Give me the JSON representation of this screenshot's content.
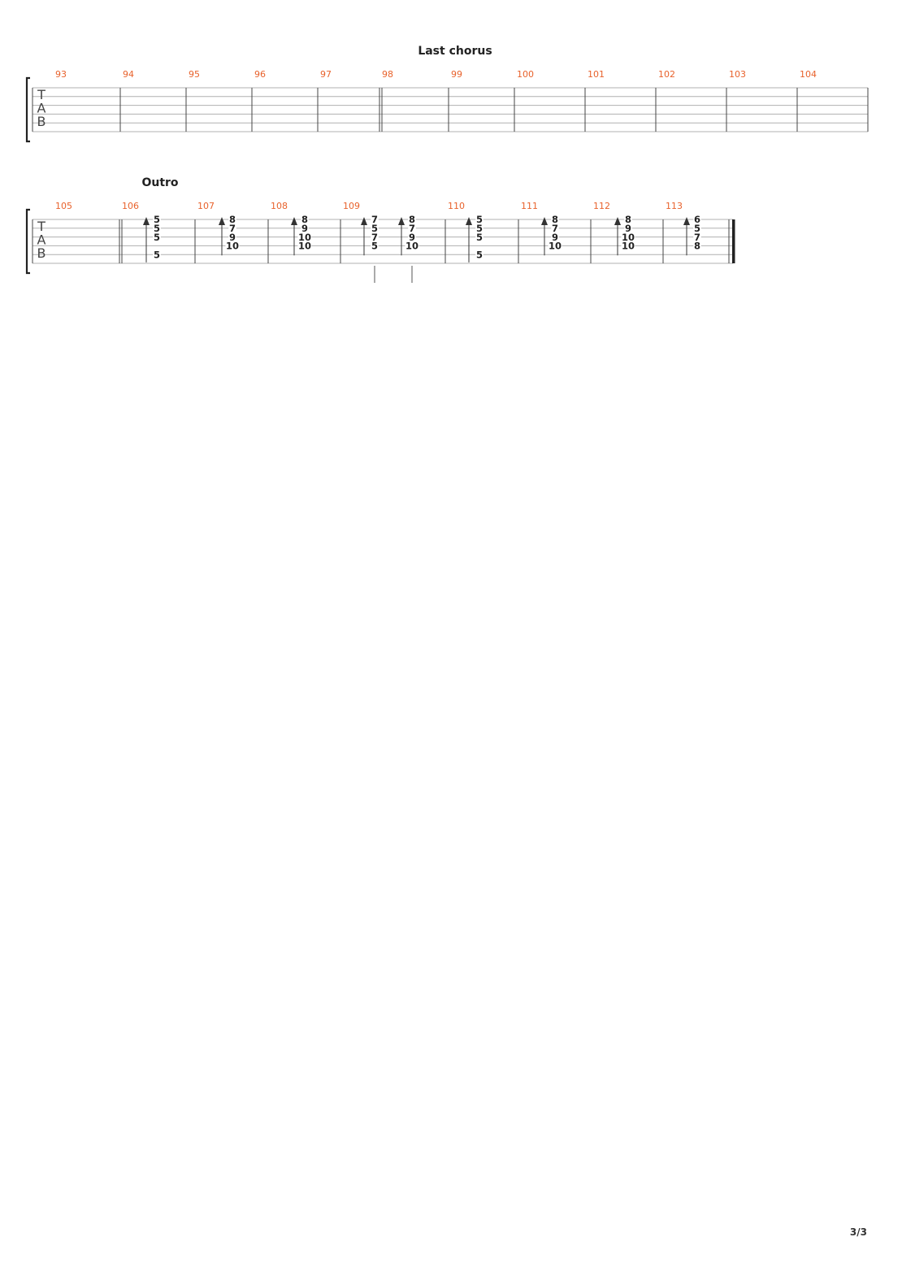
{
  "page": {
    "number": "3/3"
  },
  "tab_label": [
    "T",
    "A",
    "B"
  ],
  "systems": [
    {
      "sections": [
        {
          "title": "Last chorus"
        }
      ],
      "measures": [
        {
          "number": "93",
          "beats": []
        },
        {
          "number": "94",
          "beats": []
        },
        {
          "number": "95",
          "beats": []
        },
        {
          "number": "96",
          "beats": []
        },
        {
          "number": "97",
          "beats": []
        },
        {
          "number": "98",
          "beats": []
        },
        {
          "number": "99",
          "beats": []
        },
        {
          "number": "100",
          "beats": []
        },
        {
          "number": "101",
          "beats": []
        },
        {
          "number": "102",
          "beats": []
        },
        {
          "number": "103",
          "beats": []
        },
        {
          "number": "104",
          "beats": []
        }
      ]
    },
    {
      "sections": [
        {
          "title": "Outro"
        }
      ],
      "measures": [
        {
          "number": "105",
          "beats": []
        },
        {
          "number": "106",
          "beats": [
            {
              "notes": [
                {
                  "string": 1,
                  "fret": "5"
                },
                {
                  "string": 2,
                  "fret": "5"
                },
                {
                  "string": 3,
                  "fret": "5"
                },
                {
                  "string": 5,
                  "fret": "5"
                }
              ]
            }
          ]
        },
        {
          "number": "107",
          "beats": [
            {
              "notes": [
                {
                  "string": 1,
                  "fret": "8"
                },
                {
                  "string": 2,
                  "fret": "7"
                },
                {
                  "string": 3,
                  "fret": "9"
                },
                {
                  "string": 4,
                  "fret": "10"
                }
              ]
            }
          ]
        },
        {
          "number": "108",
          "beats": [
            {
              "notes": [
                {
                  "string": 1,
                  "fret": "8"
                },
                {
                  "string": 2,
                  "fret": "9"
                },
                {
                  "string": 3,
                  "fret": "10"
                },
                {
                  "string": 4,
                  "fret": "10"
                }
              ]
            }
          ]
        },
        {
          "number": "109",
          "beats": [
            {
              "notes": [
                {
                  "string": 1,
                  "fret": "7"
                },
                {
                  "string": 2,
                  "fret": "5"
                },
                {
                  "string": 3,
                  "fret": "7"
                },
                {
                  "string": 4,
                  "fret": "5"
                }
              ]
            },
            {
              "notes": [
                {
                  "string": 1,
                  "fret": "8"
                },
                {
                  "string": 2,
                  "fret": "7"
                },
                {
                  "string": 3,
                  "fret": "9"
                },
                {
                  "string": 4,
                  "fret": "10"
                }
              ]
            }
          ]
        },
        {
          "number": "110",
          "beats": [
            {
              "notes": [
                {
                  "string": 1,
                  "fret": "5"
                },
                {
                  "string": 2,
                  "fret": "5"
                },
                {
                  "string": 3,
                  "fret": "5"
                },
                {
                  "string": 5,
                  "fret": "5"
                }
              ]
            }
          ]
        },
        {
          "number": "111",
          "beats": [
            {
              "notes": [
                {
                  "string": 1,
                  "fret": "8"
                },
                {
                  "string": 2,
                  "fret": "7"
                },
                {
                  "string": 3,
                  "fret": "9"
                },
                {
                  "string": 4,
                  "fret": "10"
                }
              ]
            }
          ]
        },
        {
          "number": "112",
          "beats": [
            {
              "notes": [
                {
                  "string": 1,
                  "fret": "8"
                },
                {
                  "string": 2,
                  "fret": "9"
                },
                {
                  "string": 3,
                  "fret": "10"
                },
                {
                  "string": 4,
                  "fret": "10"
                }
              ]
            }
          ]
        },
        {
          "number": "113",
          "beats": [
            {
              "notes": [
                {
                  "string": 1,
                  "fret": "6"
                },
                {
                  "string": 2,
                  "fret": "5"
                },
                {
                  "string": 3,
                  "fret": "7"
                },
                {
                  "string": 4,
                  "fret": "8"
                }
              ]
            }
          ]
        }
      ]
    }
  ],
  "colors": {
    "bar_number": "#e8622c",
    "staff_line": "#b0b0b0",
    "barline": "#444444",
    "text": "#222222"
  }
}
